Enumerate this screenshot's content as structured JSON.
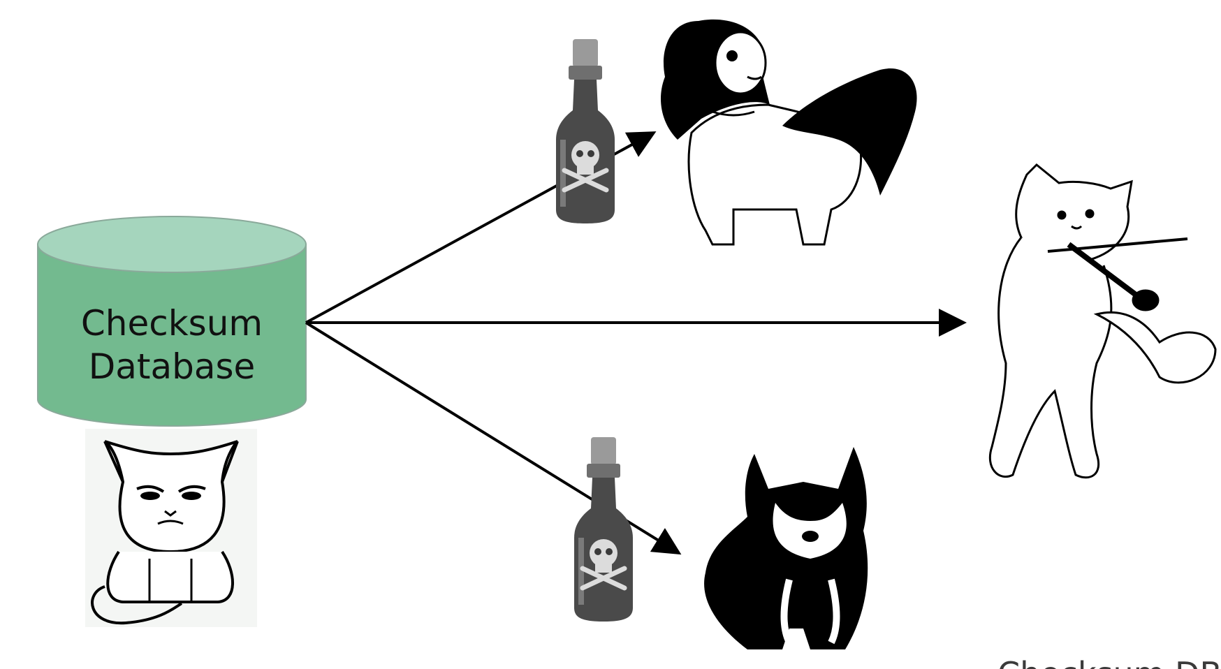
{
  "database": {
    "line1": "Checksum",
    "line2": "Database"
  },
  "caption": "Checksum DB",
  "colors": {
    "cylinder_top": "#a5d5bd",
    "cylinder_body": "#73ba8f",
    "arrow": "#000000"
  },
  "icons": [
    "grumpy-cat-icon",
    "poison-bottle-icon",
    "poison-bottle-icon",
    "japanese-chin-dog-icon",
    "shiba-puppy-icon",
    "violin-cat-icon"
  ]
}
